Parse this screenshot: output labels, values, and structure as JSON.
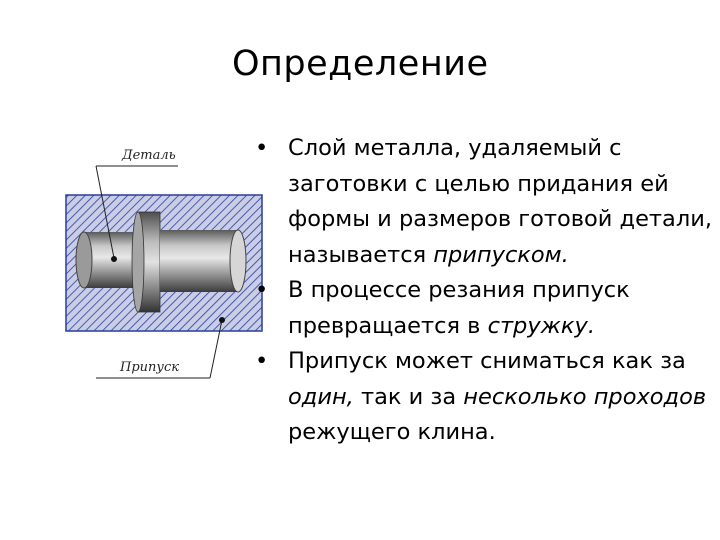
{
  "slide": {
    "title": "Определение"
  },
  "figure": {
    "label_part": "Деталь",
    "label_allowance": "Припуск"
  },
  "bullets": [
    {
      "marker": "•",
      "segments": [
        {
          "text": "Слой металла, удаляемый с заготовки с целью придания ей формы и размеров готовой детали, называется ",
          "italic": false
        },
        {
          "text": "припуском.",
          "italic": true
        }
      ]
    },
    {
      "marker": "•",
      "segments": [
        {
          "text": "В процессе резания припуск превращается в ",
          "italic": false
        },
        {
          "text": "стружку.",
          "italic": true
        }
      ]
    },
    {
      "marker": "•",
      "segments": [
        {
          "text": "Припуск может сниматься как за ",
          "italic": false
        },
        {
          "text": "один,",
          "italic": true
        },
        {
          "text": " так и за ",
          "italic": false
        },
        {
          "text": "несколько проходов",
          "italic": true
        },
        {
          "text": " режущего клина.",
          "italic": false
        }
      ]
    }
  ],
  "colors": {
    "hatch_fill": "#c9cde6",
    "hatch_line": "#2a3f9c",
    "part_metal": "#8c8c8c"
  }
}
